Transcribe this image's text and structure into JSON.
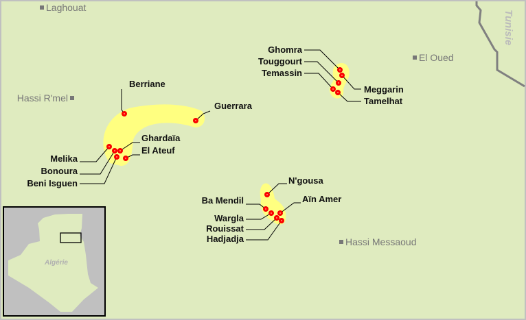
{
  "colors": {
    "land": "#dfebbf",
    "region": "#ffff80",
    "site": "#ff0000",
    "border": "#808080",
    "inset_sea": "#c0c0c0"
  },
  "cities": {
    "laghouat": "Laghouat",
    "hassi_rmel": "Hassi R'mel",
    "el_oued": "El Oued",
    "hassi_messaoud": "Hassi Messaoud"
  },
  "countries": {
    "tunisia": "Tunisie",
    "algeria": "Algérie"
  },
  "sites": {
    "berriane": "Berriane",
    "guerrara": "Guerrara",
    "ghardaia": "Ghardaïa",
    "el_ateuf": "El Ateuf",
    "melika": "Melika",
    "bonoura": "Bonoura",
    "beni_isguen": "Beni Isguen",
    "ghomra": "Ghomra",
    "touggourt": "Touggourt",
    "temassin": "Temassin",
    "meggarin": "Meggarin",
    "tamelhat": "Tamelhat",
    "ngousa": "N'gousa",
    "ba_mendil": "Ba Mendil",
    "ain_amer": "Aïn Amer",
    "wargla": "Wargla",
    "rouissat": "Rouissat",
    "hadjadja": "Hadjadja"
  }
}
